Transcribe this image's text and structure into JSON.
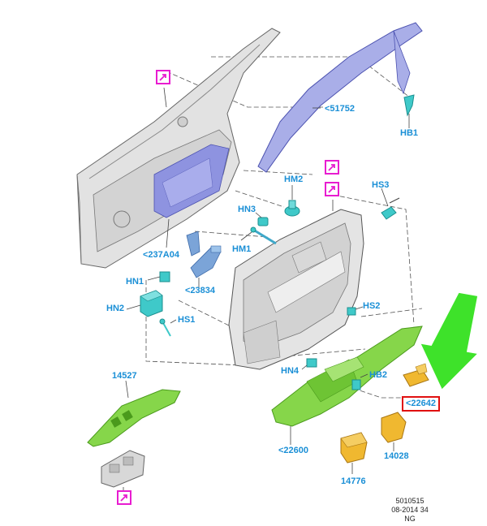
{
  "labels": {
    "p51752": "<51752",
    "hb1": "HB1",
    "hm2": "HM2",
    "hs3": "HS3",
    "hn3": "HN3",
    "hm1": "HM1",
    "p237a04": "<237A04",
    "hn1": "HN1",
    "p23834": "<23834",
    "hn2": "HN2",
    "hs1": "HS1",
    "hs2": "HS2",
    "p14527": "14527",
    "hn4": "HN4",
    "hb2": "HB2",
    "p22642": "<22642",
    "p22600": "<22600",
    "p14028": "14028",
    "p14776": "14776"
  },
  "footer": {
    "line1": "5010515",
    "line2": "08-2014 34",
    "line3": "NG"
  },
  "colors": {
    "label": "#1a8fd6",
    "reference_box": "#e81cd0",
    "highlight_box": "#e01010",
    "highlight_arrow": "#33dd22",
    "green_parts": "#86d64a",
    "yellow_parts": "#f0b830",
    "teal_parts": "#3fc9c9",
    "blue_parts": "#7a84d8"
  }
}
